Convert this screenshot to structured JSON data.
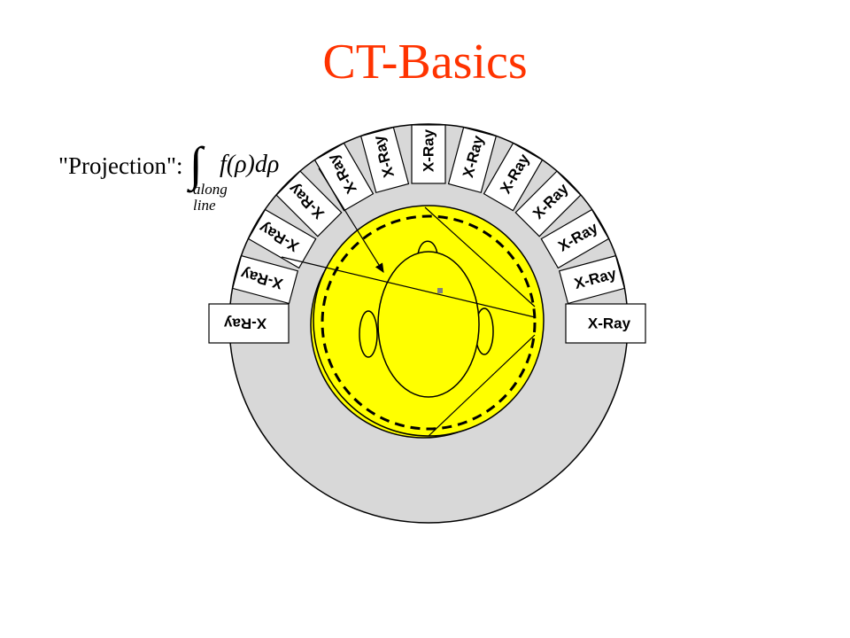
{
  "title": "CT-Basics",
  "formula": {
    "label": "\"Projection\":",
    "integral_symbol": "∫",
    "expression": "f(ρ)dρ",
    "subscript_line1": "along",
    "subscript_line2": "line"
  },
  "detector_label": "X-Ray",
  "detector_count": 13,
  "colors": {
    "title": "#ff3300",
    "gantry": "#d8d8d8",
    "patient_field": "#ffff00",
    "detector_fill": "#ffffff",
    "source_marker": "#808080"
  }
}
